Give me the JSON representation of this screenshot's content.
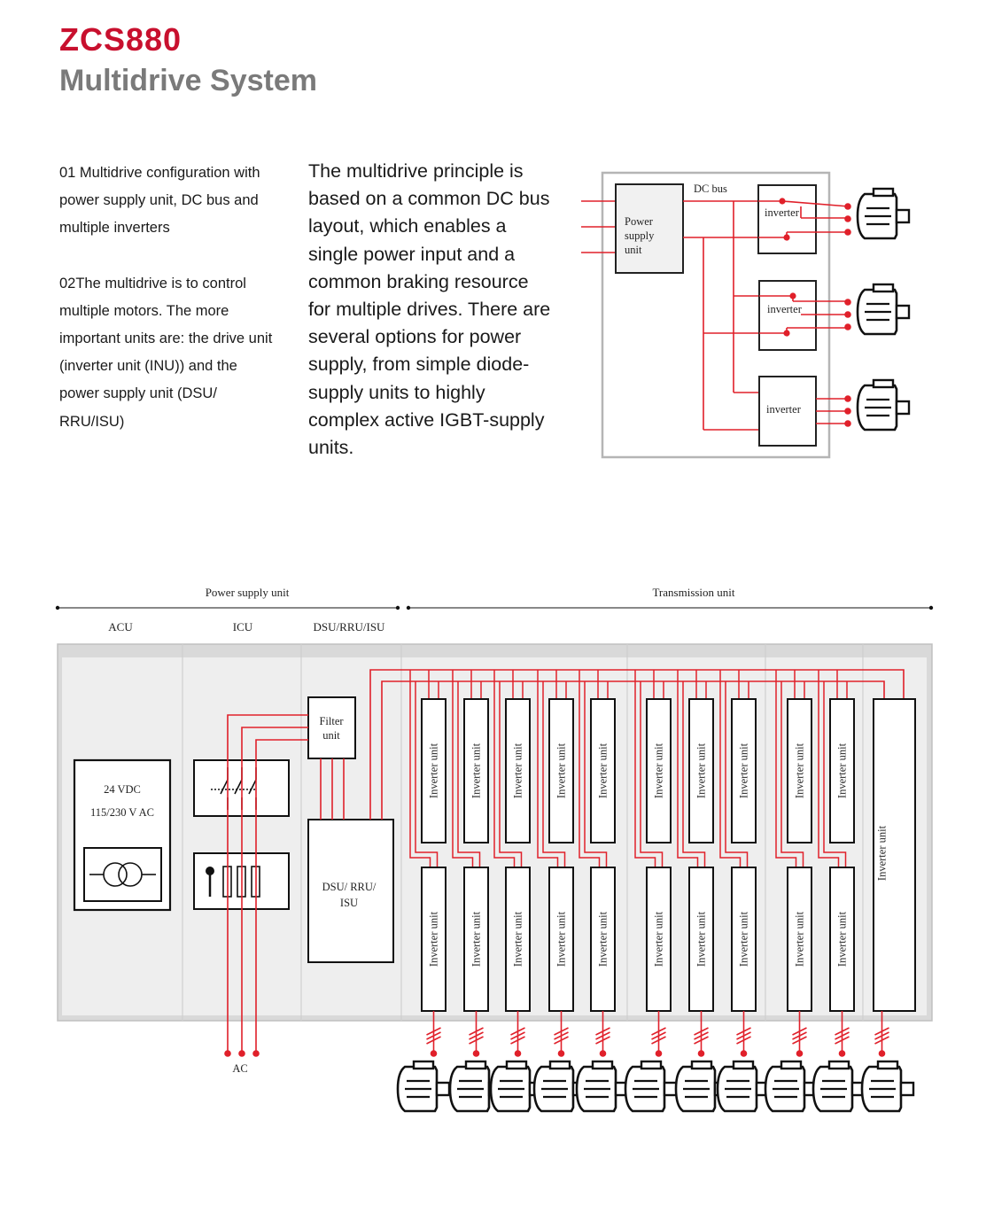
{
  "header": {
    "title": "ZCS880",
    "subtitle": "Multidrive System"
  },
  "intro": {
    "para1": "01 Multidrive configuration with power supply unit, DC bus and multiple inverters",
    "para2": "02The multidrive is to control multiple motors. The more important units are: the drive unit (inverter unit (INU)) and the power supply unit (DSU/ RRU/ISU)",
    "principle": "The multidrive principle is based on a common DC bus layout, which enables a single power input and a common braking resource for multiple drives. There are several options for power supply, from simple diode-supply units to highly complex active IGBT-supply  units."
  },
  "top_diagram": {
    "dc_bus_label": "DC bus",
    "power_supply_lines": [
      "Power",
      "supply",
      "unit"
    ],
    "inverter_labels": [
      "inverter",
      "inverter",
      "inverter"
    ]
  },
  "bottom_diagram": {
    "power_supply_unit_label": "Power supply unit",
    "transmission_unit_label": "Transmission unit",
    "acu_label": "ACU",
    "icu_label": "ICU",
    "dsu_header_label": "DSU/RRU/ISU",
    "acu_line1": "24 VDC",
    "acu_line2": "115/230 V AC",
    "filter_line1": "Filter",
    "filter_line2": "unit",
    "dsu_line1": "DSU/ RRU/",
    "dsu_line2": "ISU",
    "ac_label": "AC",
    "inverter_unit_label": "Inverter unit"
  },
  "colors": {
    "title_red": "#c8102e",
    "subtitle_gray": "#7a7a7a",
    "wire_red": "#e0202a",
    "panel_gray": "#d9d9d9"
  }
}
